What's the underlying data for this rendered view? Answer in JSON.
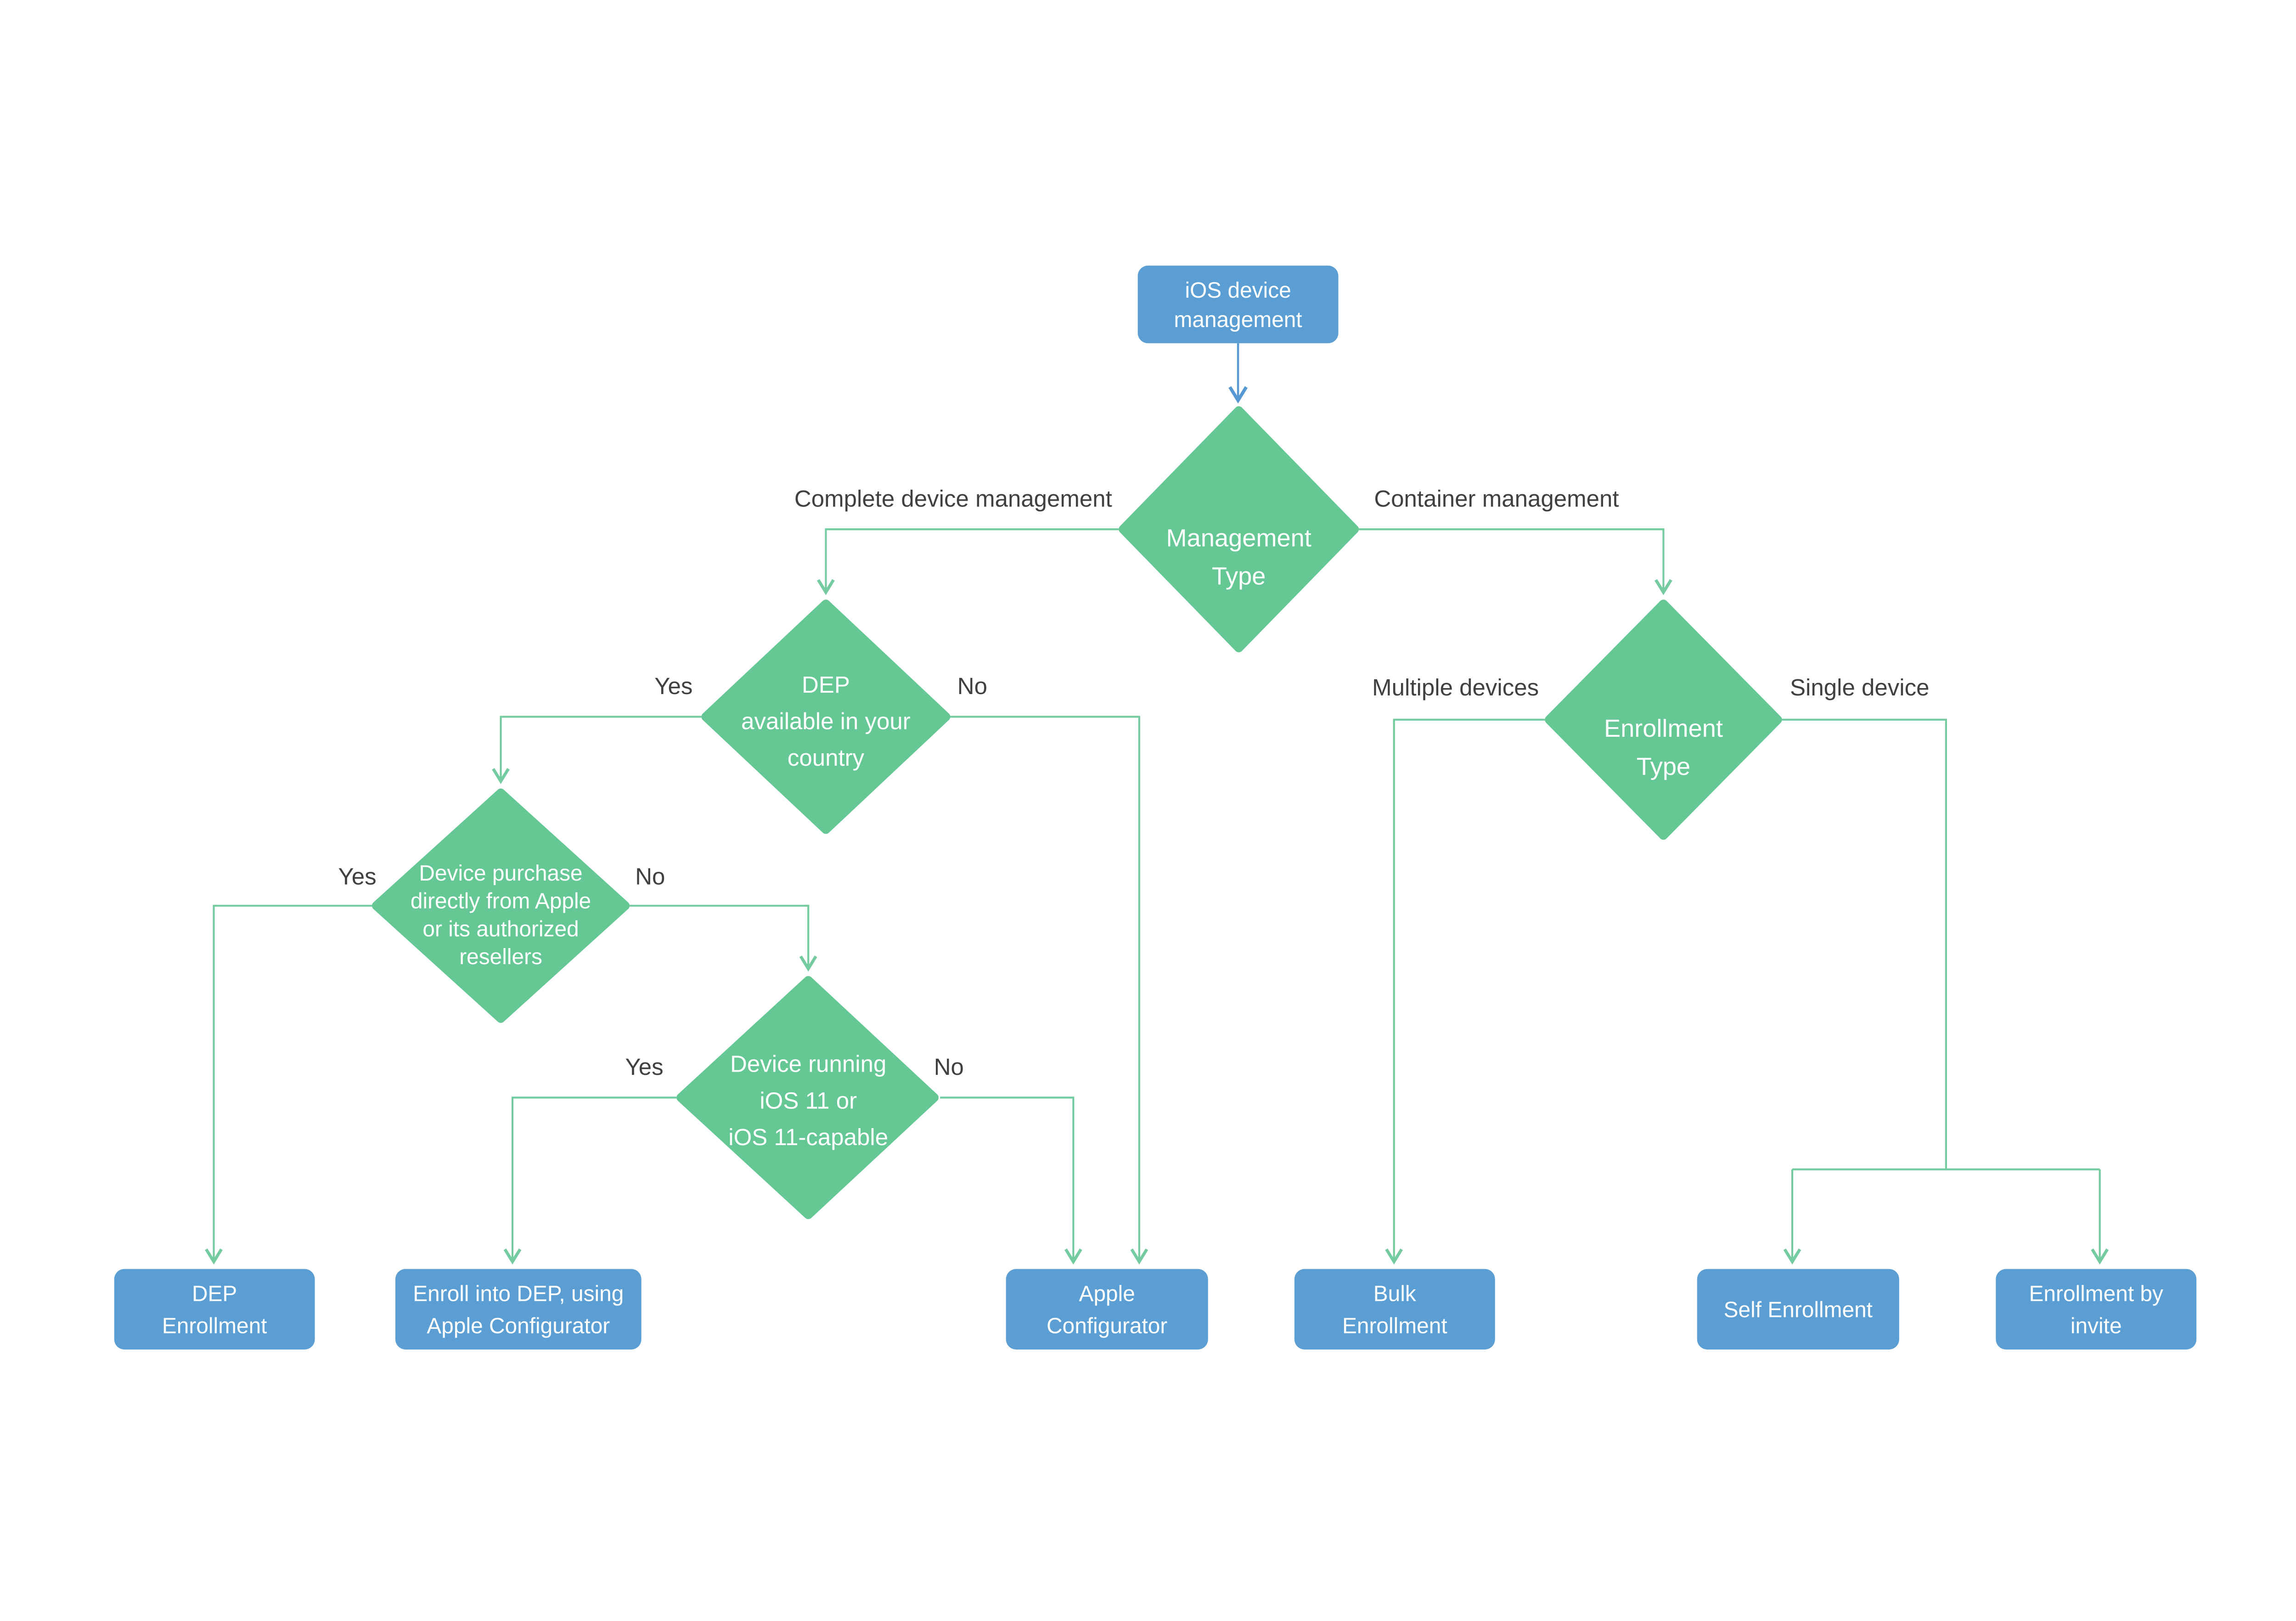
{
  "diagram": {
    "background": "#FFFFFF",
    "colors": {
      "terminal_box": "#5A9ED3",
      "decision_diamond": "#64C794",
      "connector_line": "#74CBA0",
      "start_connector": "#5598D2",
      "edge_label_text": "#404040",
      "node_text": "#FFFFFF"
    },
    "nodes": {
      "start": {
        "type": "box",
        "lines": [
          "iOS device",
          "management"
        ]
      },
      "management_type": {
        "type": "decision",
        "lines": [
          "Management",
          "Type"
        ]
      },
      "dep_available": {
        "type": "decision",
        "lines": [
          "DEP",
          "available in your",
          "country"
        ]
      },
      "device_purchase": {
        "type": "decision",
        "lines": [
          "Device purchase",
          "directly from Apple",
          "or its authorized",
          "resellers"
        ]
      },
      "device_ios11": {
        "type": "decision",
        "lines": [
          "Device running",
          "iOS 11 or",
          "iOS 11-capable"
        ]
      },
      "enrollment_type": {
        "type": "decision",
        "lines": [
          "Enrollment",
          "Type"
        ]
      },
      "dep_enrollment": {
        "type": "box",
        "lines": [
          "DEP",
          "Enrollment"
        ]
      },
      "enroll_into_dep": {
        "type": "box",
        "lines": [
          "Enroll into DEP, using",
          "Apple Configurator"
        ]
      },
      "apple_configurator": {
        "type": "box",
        "lines": [
          "Apple",
          "Configurator"
        ]
      },
      "bulk_enrollment": {
        "type": "box",
        "lines": [
          "Bulk",
          "Enrollment"
        ]
      },
      "self_enrollment": {
        "type": "box",
        "lines": [
          "Self Enrollment"
        ]
      },
      "enrollment_by_invite": {
        "type": "box",
        "lines": [
          "Enrollment by",
          "invite"
        ]
      }
    },
    "edge_labels": {
      "complete_device_management": "Complete device management",
      "container_management": "Container management",
      "dep_available_yes": "Yes",
      "dep_available_no": "No",
      "device_purchase_yes": "Yes",
      "device_purchase_no": "No",
      "device_ios11_yes": "Yes",
      "device_ios11_no": "No",
      "multiple_devices": "Multiple devices",
      "single_device": "Single device"
    },
    "edges": [
      {
        "from": "start",
        "to": "management_type"
      },
      {
        "from": "management_type",
        "to": "dep_available",
        "label": "Complete device management"
      },
      {
        "from": "management_type",
        "to": "enrollment_type",
        "label": "Container management"
      },
      {
        "from": "dep_available",
        "to": "device_purchase",
        "label": "Yes"
      },
      {
        "from": "dep_available",
        "to": "apple_configurator",
        "label": "No"
      },
      {
        "from": "device_purchase",
        "to": "dep_enrollment",
        "label": "Yes"
      },
      {
        "from": "device_purchase",
        "to": "device_ios11",
        "label": "No"
      },
      {
        "from": "device_ios11",
        "to": "enroll_into_dep",
        "label": "Yes"
      },
      {
        "from": "device_ios11",
        "to": "apple_configurator",
        "label": "No"
      },
      {
        "from": "enrollment_type",
        "to": "bulk_enrollment",
        "label": "Multiple devices"
      },
      {
        "from": "enrollment_type",
        "to": "self_enrollment",
        "label": "Single device"
      },
      {
        "from": "enrollment_type",
        "to": "enrollment_by_invite",
        "label": "Single device"
      }
    ]
  }
}
